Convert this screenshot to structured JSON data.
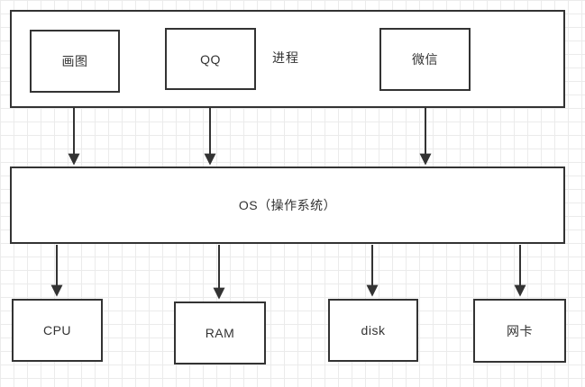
{
  "diagram": {
    "group": {
      "label": "进程",
      "children": [
        {
          "id": "paint",
          "label": "画图"
        },
        {
          "id": "qq",
          "label": "QQ"
        },
        {
          "id": "wechat",
          "label": "微信"
        }
      ]
    },
    "os": {
      "label": "OS（操作系统）"
    },
    "hardware": [
      {
        "id": "cpu",
        "label": "CPU"
      },
      {
        "id": "ram",
        "label": "RAM"
      },
      {
        "id": "disk",
        "label": "disk"
      },
      {
        "id": "nic",
        "label": "网卡"
      }
    ],
    "edges": [
      {
        "from": "画图",
        "to": "OS（操作系统）"
      },
      {
        "from": "QQ",
        "to": "OS（操作系统）"
      },
      {
        "from": "微信",
        "to": "OS（操作系统）"
      },
      {
        "from": "OS（操作系统）",
        "to": "CPU"
      },
      {
        "from": "OS（操作系统）",
        "to": "RAM"
      },
      {
        "from": "OS（操作系统）",
        "to": "disk"
      },
      {
        "from": "OS（操作系统）",
        "to": "网卡"
      }
    ],
    "colors": {
      "stroke": "#333333",
      "grid": "#ebebeb",
      "background": "#ffffff"
    }
  }
}
